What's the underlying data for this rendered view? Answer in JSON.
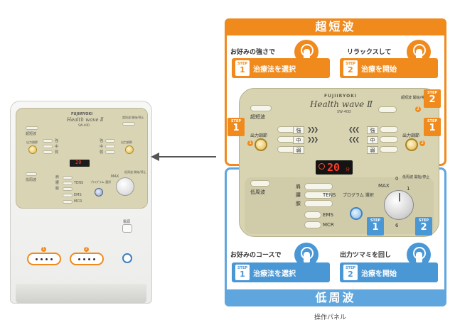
{
  "device": {
    "brand": "FUJIIRYOKI",
    "model": "Health wave Ⅱ",
    "model_sub": "SW-40D",
    "labels": {
      "short": "超短波",
      "low": "低周波",
      "output_left": "出力調節",
      "output_right": "出力調節",
      "start_stop": "超短波 開始/停止",
      "intensity_strong": "強",
      "intensity_mid": "中",
      "intensity_weak": "弱",
      "tens": "TENS",
      "ems": "EMS",
      "mcr": "MCR",
      "program": "プログラム 選択",
      "max": "MAX",
      "zero": "0",
      "power": "電源",
      "mode_1": "肩",
      "mode_2": "腰",
      "mode_3": "膝",
      "low_start": "低周波 開始/停止"
    },
    "display_value": "20",
    "outlet_1": "1",
    "outlet_2": "2"
  },
  "panel": {
    "brand": "FUJIIRYOKI",
    "model": "Health wave Ⅱ",
    "model_sub": "SW-40D",
    "short_label": "超短波",
    "low_label": "低周波",
    "output_left": "出力調節",
    "output_right": "出力調節",
    "start_stop_short": "超短波 開始/停止",
    "start_stop_low": "低周波 開始/停止",
    "strong": "強",
    "mid": "中",
    "weak": "弱",
    "tens": "TENS",
    "ems": "EMS",
    "mcr": "MCR",
    "program": "プログラム 選択",
    "max": "MAX",
    "zero": "0",
    "six": "6",
    "one": "1",
    "display_digits": "20",
    "display_unit": "分",
    "mode_1": "肩",
    "mode_2": "腰",
    "mode_3": "膝"
  },
  "top_section": {
    "header": "超短波",
    "left_instruction": "お好みの強さで",
    "left_step_tag": "STEP",
    "left_step_num": "1",
    "left_step_text": "治療法を選択",
    "right_instruction": "リラックスして",
    "right_step_tag": "STEP",
    "right_step_num": "2",
    "right_step_text": "治療を開始"
  },
  "bottom_section": {
    "header": "低周波",
    "left_instruction": "お好みのコースで",
    "left_step_tag": "STEP",
    "left_step_num": "1",
    "left_step_text": "治療法を選択",
    "right_instruction": "出力ツマミを回し",
    "right_step_tag": "STEP",
    "right_step_num": "2",
    "right_step_text": "治療を開始"
  },
  "badges": {
    "step": "STEP",
    "n1": "1",
    "n2": "2"
  },
  "caption": "操作パネル",
  "colors": {
    "orange": "#f08a1c",
    "blue": "#5ea6dd",
    "panel": "#d8d4b2",
    "display_red": "#ff3a2a"
  },
  "icons": [
    "tap-hand-icon",
    "turn-dial-hand-icon",
    "arrow-left-icon",
    "timer-clock-icon"
  ]
}
